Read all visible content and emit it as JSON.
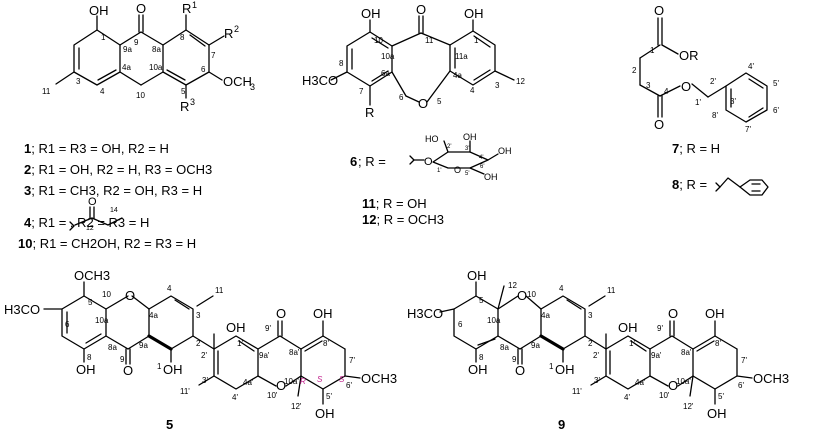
{
  "compound_1_to_4": {
    "atoms": {
      "OH": "OH",
      "O9": "O",
      "R1": "R",
      "R1sup": "1",
      "R2": "R",
      "R2sup": "2",
      "OCH3": "OCH",
      "OCH3sub": "3",
      "R3": "R",
      "R3sup": "3",
      "n1": "1",
      "n9a": "9a",
      "n9": "9",
      "n8a": "8a",
      "n8": "8",
      "n7": "7",
      "n6": "6",
      "n5": "5",
      "n10a": "10a",
      "n4a": "4a",
      "n10": "10",
      "n4": "4",
      "n3": "3",
      "n11": "11"
    },
    "legend": [
      {
        "num": "1",
        "text": "; R1 = R3 = OH, R2 = H"
      },
      {
        "num": "2",
        "text": "; R1 = OH, R2 = H, R3 = OCH3"
      },
      {
        "num": "3",
        "text": "; R1 = CH3, R2 = OH, R3 = H"
      },
      {
        "num": "4",
        "text": "; R1 =          , R2 = R3 =  H"
      },
      {
        "num": "10",
        "text": "; R1 = CH2OH, R2 = R3 =  H"
      }
    ],
    "side_chain": {
      "O": "O",
      "n12": "12",
      "n14": "14"
    }
  },
  "compound_6": {
    "atoms": {
      "OH_left": "OH",
      "OH_right": "OH",
      "n10": "10",
      "n11": "11",
      "n1": "1",
      "O11": "O",
      "n10a": "10a",
      "n11a": "11a",
      "H3CO": "H3CO",
      "n8": "8",
      "n6a": "6a",
      "n4a": "4a",
      "n3": "3",
      "n12": "12",
      "n7": "7",
      "n6": "6",
      "O5": "O",
      "n5": "5",
      "n4": "4",
      "R": "R"
    },
    "glucose": {
      "label6": "6",
      "eq": "; R =",
      "HO": "HO",
      "OH3": "OH",
      "OH4": "OH",
      "OH6": "OH",
      "n2": "2'",
      "n3": "3'",
      "n4": "4'",
      "n1": "1'",
      "n5": "5'",
      "n6": "6'",
      "O": "O",
      "ringO": "O"
    },
    "legend": [
      {
        "num": "11",
        "text": "; R = OH"
      },
      {
        "num": "12",
        "text": "; R = OCH3"
      }
    ]
  },
  "compound_7_8": {
    "atoms": {
      "O1": "O",
      "n1": "1",
      "OR": "OR",
      "n2": "2",
      "n2p": "2'",
      "n3": "3",
      "n4p": "4'",
      "n5p": "5'",
      "n4": "4",
      "O1p": "O",
      "n1p": "1'",
      "n3p": "3'",
      "n6p": "6'",
      "O4": "O",
      "n8p": "8'",
      "n7p": "7'"
    },
    "legend": [
      {
        "num": "7",
        "text": "; R = H"
      },
      {
        "num": "8",
        "text": "; R ="
      }
    ]
  },
  "compound_5": {
    "label": "5",
    "atoms": {
      "OCH3": "OCH3",
      "n10": "10",
      "n5": "5",
      "H3CO": "H3CO",
      "n6": "6",
      "n10a": "10a",
      "O10": "O",
      "n4": "4",
      "n3": "3",
      "n11": "11",
      "n4a": "4a",
      "n2": "2",
      "OH1p": "OH",
      "OH8p": "OH",
      "n1p": "1'",
      "n8p": "8'",
      "n9p": "9'",
      "n2p": "2'",
      "n9ap": "9a'",
      "n8ap": "8a'",
      "n7p": "7'",
      "n8a": "8a",
      "n9a": "9a",
      "n8": "8",
      "n9": "9",
      "O9": "O",
      "O9p": "O",
      "n1": "1",
      "n3p": "3'",
      "n4ap": "4a'",
      "n10ap": "10a'",
      "R": "R",
      "S_6": "S",
      "S_5": "S",
      "n6p": "6'",
      "OCH3_6p": "OCH3",
      "OH8": "OH",
      "OH1": "OH",
      "n11p": "11'",
      "n4p": "4'",
      "n10p": "10'",
      "O10p": "O",
      "n12p": "12'",
      "n5p": "5'",
      "OH5p": "OH"
    }
  },
  "compound_9": {
    "label": "9",
    "atoms": {
      "OH5": "OH",
      "n5": "5",
      "n12": "12",
      "n10": "10",
      "n4": "4",
      "n3": "3",
      "n11": "11",
      "H3CO": "H3CO",
      "n6": "6",
      "n10a": "10a",
      "O10": "O",
      "n4a": "4a",
      "n2": "2",
      "OH1p": "OH",
      "OH8p": "OH",
      "n1p": "1'",
      "n8p": "8'",
      "n9p": "9'",
      "n2p": "2'",
      "n9ap": "9a'",
      "n8ap": "8a'",
      "n7p": "7'",
      "n8a": "8a",
      "n9a": "9a",
      "O9": "O",
      "O9p": "O",
      "n8": "8",
      "n9": "9",
      "n1": "1",
      "n3p": "3'",
      "n4ap": "4a'",
      "n10ap": "10a'",
      "n6p": "6'",
      "OCH3_6p": "OCH3",
      "OH8": "OH",
      "OH1": "OH",
      "n11p": "11'",
      "n4p": "4'",
      "n10p": "10'",
      "O10p": "O",
      "n12p": "12'",
      "n5p": "5'",
      "OH5p": "OH"
    }
  }
}
